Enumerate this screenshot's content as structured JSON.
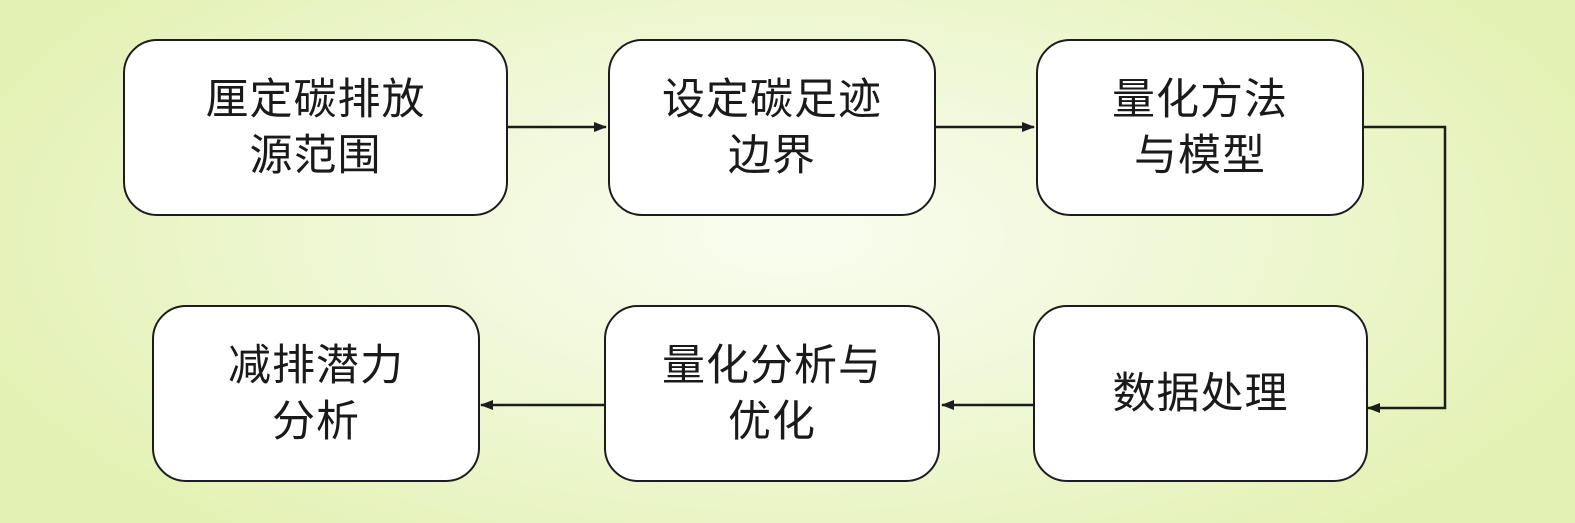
{
  "colors": {
    "background": "#eef7cc",
    "box_fill": "#ffffff",
    "stroke": "#1c1c1c",
    "text": "#1a1a1a"
  },
  "nodes": [
    {
      "id": "scope",
      "lines": [
        "厘定碳排放",
        "源范围"
      ]
    },
    {
      "id": "boundary",
      "lines": [
        "设定碳足迹",
        "边界"
      ]
    },
    {
      "id": "method",
      "lines": [
        "量化方法",
        "与模型"
      ]
    },
    {
      "id": "data",
      "lines": [
        "数据处理"
      ]
    },
    {
      "id": "optimize",
      "lines": [
        "量化分析与",
        "优化"
      ]
    },
    {
      "id": "potential",
      "lines": [
        "减排潜力",
        "分析"
      ]
    }
  ],
  "edges": [
    {
      "from": "scope",
      "to": "boundary"
    },
    {
      "from": "boundary",
      "to": "method"
    },
    {
      "from": "method",
      "to": "data"
    },
    {
      "from": "data",
      "to": "optimize"
    },
    {
      "from": "optimize",
      "to": "potential"
    }
  ]
}
